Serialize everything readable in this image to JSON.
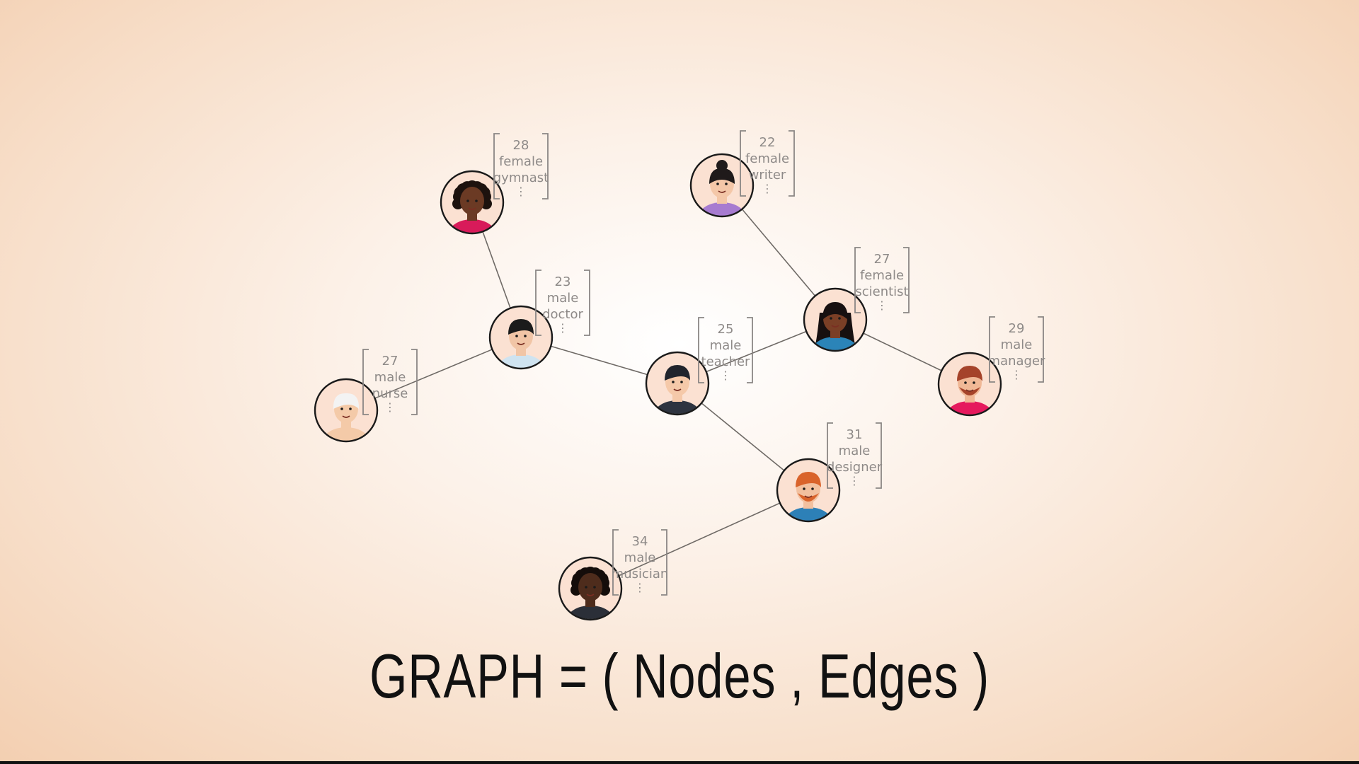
{
  "formula": "GRAPH = ( Nodes , Edges )",
  "nodes": [
    {
      "id": "gymnast",
      "age": "28",
      "gender": "female",
      "occupation": "gymnast",
      "skin": "#6b3a24",
      "hair": "#1d120e",
      "shirt": "#d81b5a",
      "hair_style": "curly"
    },
    {
      "id": "writer",
      "age": "22",
      "gender": "female",
      "occupation": "writer",
      "skin": "#f4c7a8",
      "hair": "#1f1a1a",
      "shirt": "#a77bd0",
      "hair_style": "bun"
    },
    {
      "id": "doctor",
      "age": "23",
      "gender": "male",
      "occupation": "doctor",
      "skin": "#f1c5a6",
      "hair": "#1b1b1b",
      "shirt": "#cfe3f0",
      "hair_style": "short"
    },
    {
      "id": "scientist",
      "age": "27",
      "gender": "female",
      "occupation": "scientist",
      "skin": "#7a3f26",
      "hair": "#171010",
      "shirt": "#2b84b8",
      "hair_style": "long"
    },
    {
      "id": "teacher",
      "age": "25",
      "gender": "male",
      "occupation": "teacher",
      "skin": "#f5c9a9",
      "hair": "#20242c",
      "shirt": "#2e3440",
      "hair_style": "short"
    },
    {
      "id": "manager",
      "age": "29",
      "gender": "male",
      "occupation": "manager",
      "skin": "#f0b896",
      "hair": "#a5432a",
      "shirt": "#e5195d",
      "hair_style": "beard"
    },
    {
      "id": "nurse",
      "age": "27",
      "gender": "male",
      "occupation": "nurse",
      "skin": "#f4caa8",
      "hair": "#f3f3f3",
      "shirt": "#f4caa8",
      "hair_style": "white"
    },
    {
      "id": "designer",
      "age": "31",
      "gender": "male",
      "occupation": "designer",
      "skin": "#f2c09f",
      "hair": "#d9632b",
      "shirt": "#2d80b7",
      "hair_style": "ginger"
    },
    {
      "id": "musician",
      "age": "34",
      "gender": "male",
      "occupation": "musician",
      "skin": "#4e2c1c",
      "hair": "#150d0a",
      "shirt": "#2b2f38",
      "hair_style": "curly"
    }
  ],
  "edges": [
    [
      "gymnast",
      "doctor"
    ],
    [
      "doctor",
      "nurse"
    ],
    [
      "doctor",
      "teacher"
    ],
    [
      "teacher",
      "scientist"
    ],
    [
      "writer",
      "scientist"
    ],
    [
      "scientist",
      "manager"
    ],
    [
      "teacher",
      "designer"
    ],
    [
      "designer",
      "musician"
    ]
  ],
  "colors": {
    "edge": "#6f6a66",
    "ring": "#1a1a1a",
    "attribute_text": "#8e8a88",
    "avatar_bg": "#fbe1d2"
  }
}
